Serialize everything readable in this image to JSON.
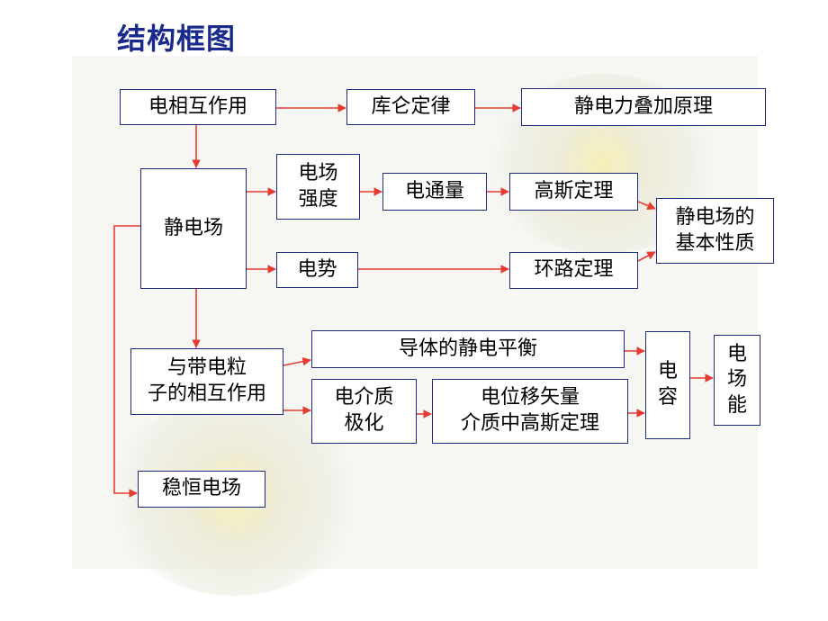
{
  "title": "结构框图",
  "colors": {
    "box_border": "#1e2a80",
    "arrow": "#e43c33",
    "title": "#1a2a8c"
  },
  "nodes": {
    "interaction": "电相互作用",
    "coulomb": "库仑定律",
    "superposition": "静电力叠加原理",
    "electrostatic_field": "静电场",
    "field_strength": "电场\n强度",
    "flux": "电通量",
    "gauss": "高斯定理",
    "properties": "静电场的\n基本性质",
    "potential": "电势",
    "loop": "环路定理",
    "with_charged": "与带电粒\n子的相互作用",
    "conductor": "导体的静电平衡",
    "polarization": "电介质\n极化",
    "displacement": "电位移矢量\n介质中高斯定理",
    "capacitance": "电\n容",
    "energy": "电\n场\n能",
    "steady_field": "稳恒电场"
  }
}
